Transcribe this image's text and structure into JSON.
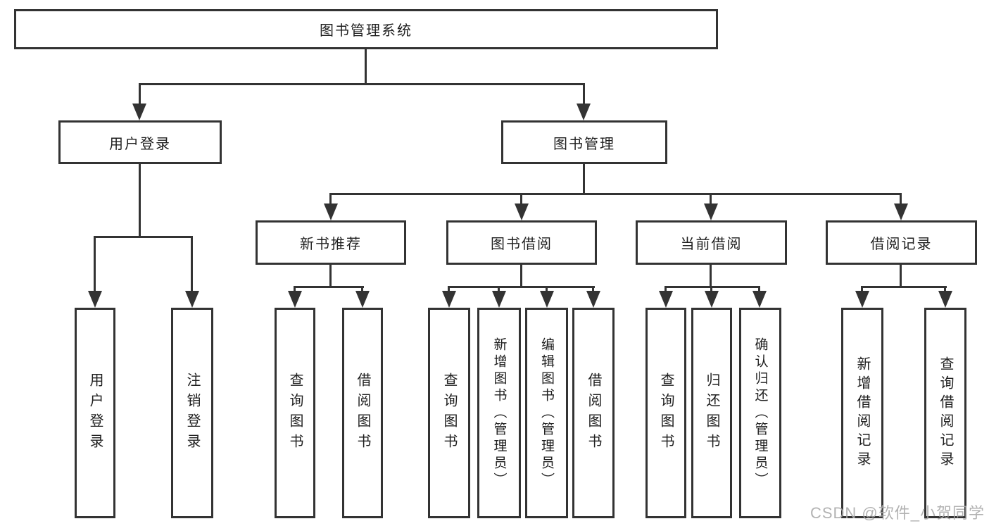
{
  "diagram": {
    "root": {
      "label": "图书管理系统"
    },
    "level2": {
      "user_login": {
        "label": "用户登录"
      },
      "book_management": {
        "label": "图书管理"
      }
    },
    "level3": {
      "new_book_recommend": {
        "label": "新书推荐"
      },
      "book_borrowing": {
        "label": "图书借阅"
      },
      "current_borrowing": {
        "label": "当前借阅"
      },
      "borrowing_records": {
        "label": "借阅记录"
      }
    },
    "leaves": {
      "user_login_leaf": {
        "label": "用户登录"
      },
      "logout": {
        "label": "注销登录"
      },
      "query_books_1": {
        "label": "查询图书"
      },
      "borrow_books_1": {
        "label": "借阅图书"
      },
      "query_books_2": {
        "label": "查询图书"
      },
      "add_books_admin": {
        "label": "新增图书（管理员）"
      },
      "edit_books_admin": {
        "label": "编辑图书（管理员）"
      },
      "borrow_books_2": {
        "label": "借阅图书"
      },
      "query_books_3": {
        "label": "查询图书"
      },
      "return_books": {
        "label": "归还图书"
      },
      "confirm_return_admin": {
        "label": "确认归还（管理员）"
      },
      "add_borrow_record": {
        "label": "新增借阅记录"
      },
      "query_borrow_record": {
        "label": "查询借阅记录"
      }
    },
    "colors": {
      "line": "#333333",
      "text": "#1f1f1f",
      "background": "#ffffff",
      "watermark": "#aaaaaa"
    }
  },
  "watermark": {
    "text": "CSDN @软件_小贺同学"
  }
}
